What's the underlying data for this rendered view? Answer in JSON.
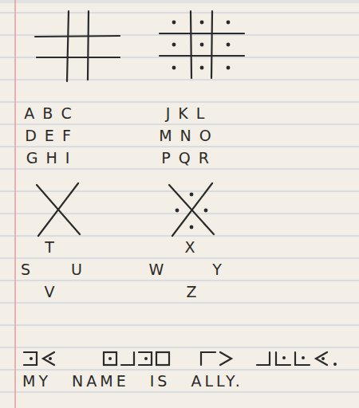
{
  "diagram": {
    "labels": [
      "A B C",
      "D E F",
      "G H I",
      "J K L",
      "M N O",
      "P Q R",
      "T",
      "S",
      "U",
      "V",
      "X",
      "W",
      "Y",
      "Z",
      "MY NAME IS ALLY."
    ]
  }
}
